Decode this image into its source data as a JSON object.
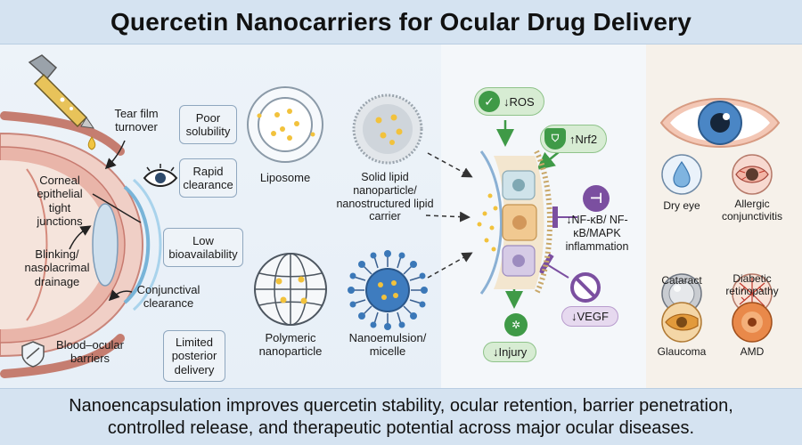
{
  "title": "Quercetin Nanocarriers for Ocular Drug Delivery",
  "anatomy": {
    "tear_film": "Tear film turnover",
    "corneal": "Corneal epithelial tight junctions",
    "blinking": "Blinking/ nasolacrimal drainage",
    "conjunctival": "Conjunctival clearance",
    "blood_ocular": "Blood–ocular barriers"
  },
  "barriers": [
    {
      "label": "Poor solubility"
    },
    {
      "label": "Rapid clearance"
    },
    {
      "label": "Low bioavailability"
    },
    {
      "label": "Limited posterior delivery"
    }
  ],
  "carriers": {
    "liposome": "Liposome",
    "sln": "Solid lipid nanoparticle/ nanostructured lipid carrier",
    "polymeric": "Polymeric nanoparticle",
    "nanoemulsion": "Nanoemulsion/ micelle"
  },
  "effects": {
    "ros": "↓ROS",
    "nrf2": "↑Nrf2",
    "nfkb": "↓NF-κB/ NF-κB/MAPK inflammation",
    "vegf": "↓VEGF",
    "injury": "↓Injury"
  },
  "diseases": [
    {
      "name": "Dry eye"
    },
    {
      "name": "Allergic conjunctivitis"
    },
    {
      "name": "Cataract"
    },
    {
      "name": "Diabetic retinopathy"
    },
    {
      "name": "Glaucoma"
    },
    {
      "name": "AMD"
    }
  ],
  "footer": {
    "line1": "Nanoencapsulation improves quercetin stability, ocular retention, barrier penetration,",
    "line2": "controlled release, and therapeutic potential across major ocular diseases."
  },
  "colors": {
    "header_bg": "#d5e3f1",
    "green": "#3f9a47",
    "purple": "#7b4fa0",
    "quercetin_yellow": "#f2c23c"
  }
}
